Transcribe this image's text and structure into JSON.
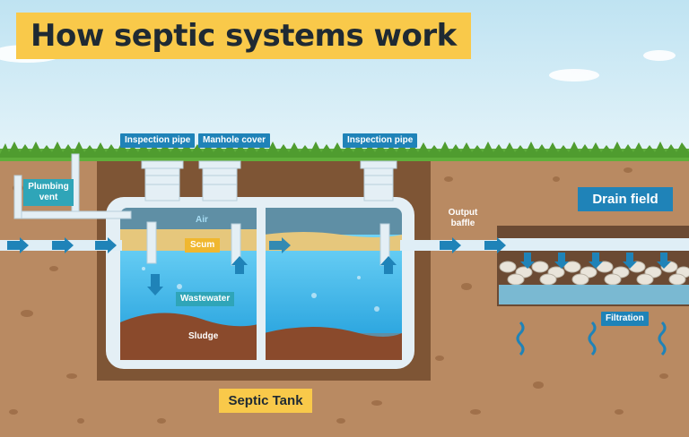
{
  "title": "How septic systems work",
  "labels": {
    "inspection_pipe_left": "Inspection pipe",
    "manhole_cover": "Manhole cover",
    "inspection_pipe_right": "Inspection pipe",
    "plumbing_vent": "Plumbing vent",
    "air": "Air",
    "scum": "Scum",
    "wastewater": "Wastewater",
    "sludge": "Sludge",
    "output_baffle": "Output baffle",
    "drain_field": "Drain field",
    "filtration": "Filtration",
    "septic_tank": "Septic Tank"
  },
  "colors": {
    "sky_top": "#cde9f4",
    "grass": "#5fae3b",
    "soil": "#b98a62",
    "soil_dark": "#7e5535",
    "water": "#3fb8ec",
    "scum": "#e6c77c",
    "sludge": "#8a4a2c",
    "pipe": "#dfeef6",
    "arrow": "#1f83b8",
    "title_bg": "#f9c94a",
    "label_blue": "#1f83b8"
  }
}
